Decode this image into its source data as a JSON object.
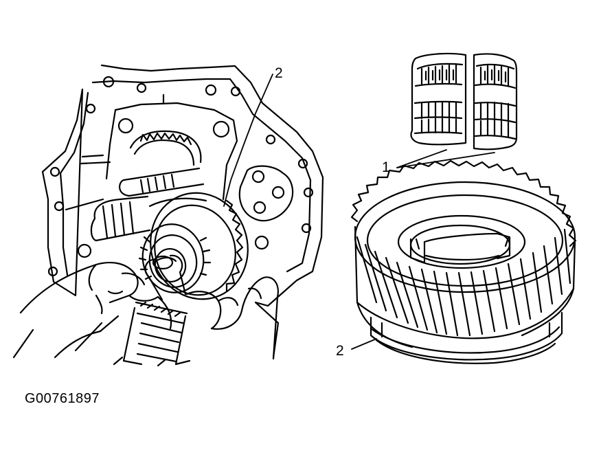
{
  "callouts": {
    "left_gear": "2",
    "bearing": "1",
    "right_gear": "2"
  },
  "figure_id": "G00761897",
  "colors": {
    "ink": "#000000",
    "paper": "#ffffff"
  }
}
